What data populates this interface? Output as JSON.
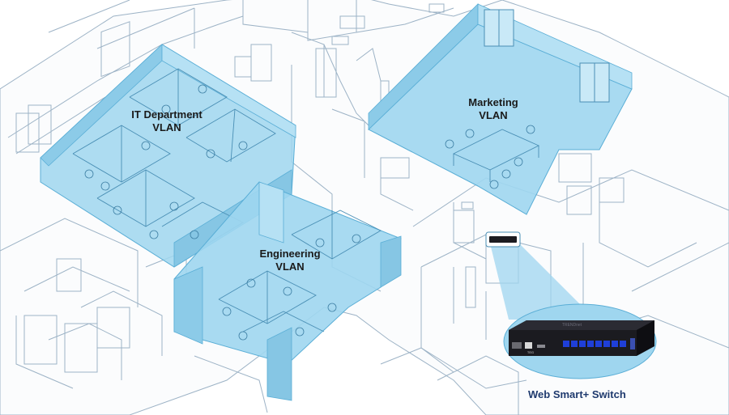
{
  "zones": {
    "it": {
      "line1": "IT Department",
      "line2": "VLAN"
    },
    "marketing": {
      "line1": "Marketing",
      "line2": "VLAN"
    },
    "engineering": {
      "line1": "Engineering",
      "line2": "VLAN"
    }
  },
  "device": {
    "label": "Web Smart+ Switch",
    "brand": "TRENDnet",
    "model_badge": "TEG"
  },
  "colors": {
    "vlan_fill": "#9fd6ef",
    "vlan_stroke": "#5aaed6",
    "wall_stroke": "#8fa8bd",
    "label_navy": "#1f3a6e",
    "switch_body": "#1b1b20",
    "port_accent": "#1f3fd8"
  },
  "icons": {
    "switch": "network-switch-icon",
    "room": "office-floorplan"
  }
}
